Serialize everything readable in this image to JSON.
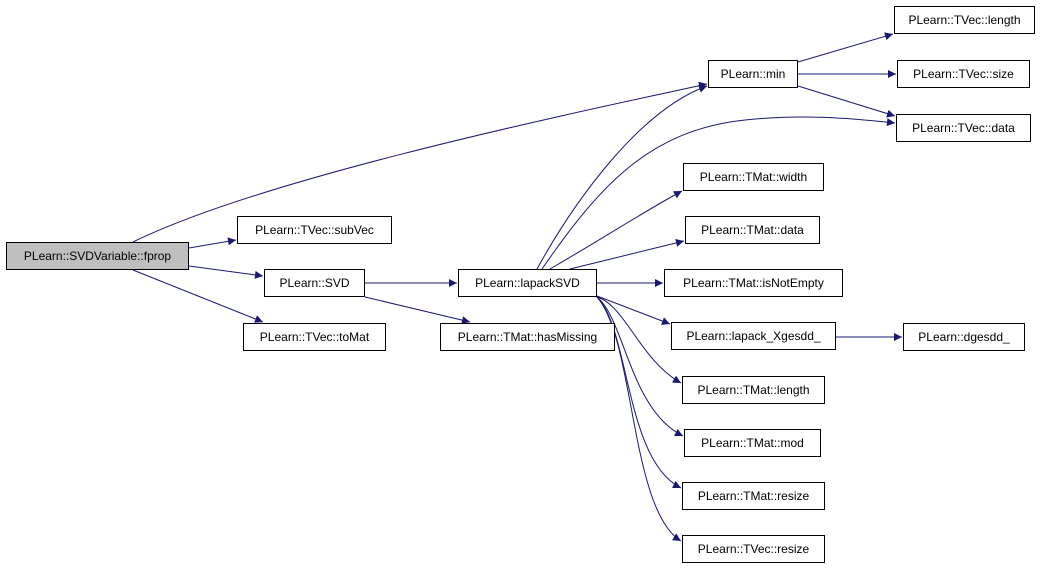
{
  "graph": {
    "edge_color": "#191970",
    "root_fill": "#bfbfbf",
    "nodes": {
      "fprop": "PLearn::SVDVariable::fprop",
      "subvec": "PLearn::TVec::subVec",
      "svd": "PLearn::SVD",
      "tomat": "PLearn::TVec::toMat",
      "min": "PLearn::min",
      "lapacksvd": "PLearn::lapackSVD",
      "hasmissing": "PLearn::TMat::hasMissing",
      "tvec_length": "PLearn::TVec::length",
      "tvec_size": "PLearn::TVec::size",
      "tvec_data": "PLearn::TVec::data",
      "tmat_width": "PLearn::TMat::width",
      "tmat_data": "PLearn::TMat::data",
      "isnotempty": "PLearn::TMat::isNotEmpty",
      "xgesdd": "PLearn::lapack_Xgesdd_",
      "dgesdd": "PLearn::dgesdd_",
      "tmat_length": "PLearn::TMat::length",
      "tmat_mod": "PLearn::TMat::mod",
      "tmat_resize": "PLearn::TMat::resize",
      "tvec_resize": "PLearn::TVec::resize"
    },
    "edges": [
      [
        "fprop",
        "min"
      ],
      [
        "fprop",
        "subvec"
      ],
      [
        "fprop",
        "svd"
      ],
      [
        "fprop",
        "tomat"
      ],
      [
        "svd",
        "lapacksvd"
      ],
      [
        "svd",
        "hasmissing"
      ],
      [
        "min",
        "tvec_length"
      ],
      [
        "min",
        "tvec_size"
      ],
      [
        "min",
        "tvec_data"
      ],
      [
        "lapacksvd",
        "min"
      ],
      [
        "lapacksvd",
        "tvec_data"
      ],
      [
        "lapacksvd",
        "tmat_width"
      ],
      [
        "lapacksvd",
        "tmat_data"
      ],
      [
        "lapacksvd",
        "isnotempty"
      ],
      [
        "lapacksvd",
        "xgesdd"
      ],
      [
        "lapacksvd",
        "tmat_length"
      ],
      [
        "lapacksvd",
        "tmat_mod"
      ],
      [
        "lapacksvd",
        "tmat_resize"
      ],
      [
        "lapacksvd",
        "tvec_resize"
      ],
      [
        "xgesdd",
        "dgesdd"
      ]
    ]
  }
}
